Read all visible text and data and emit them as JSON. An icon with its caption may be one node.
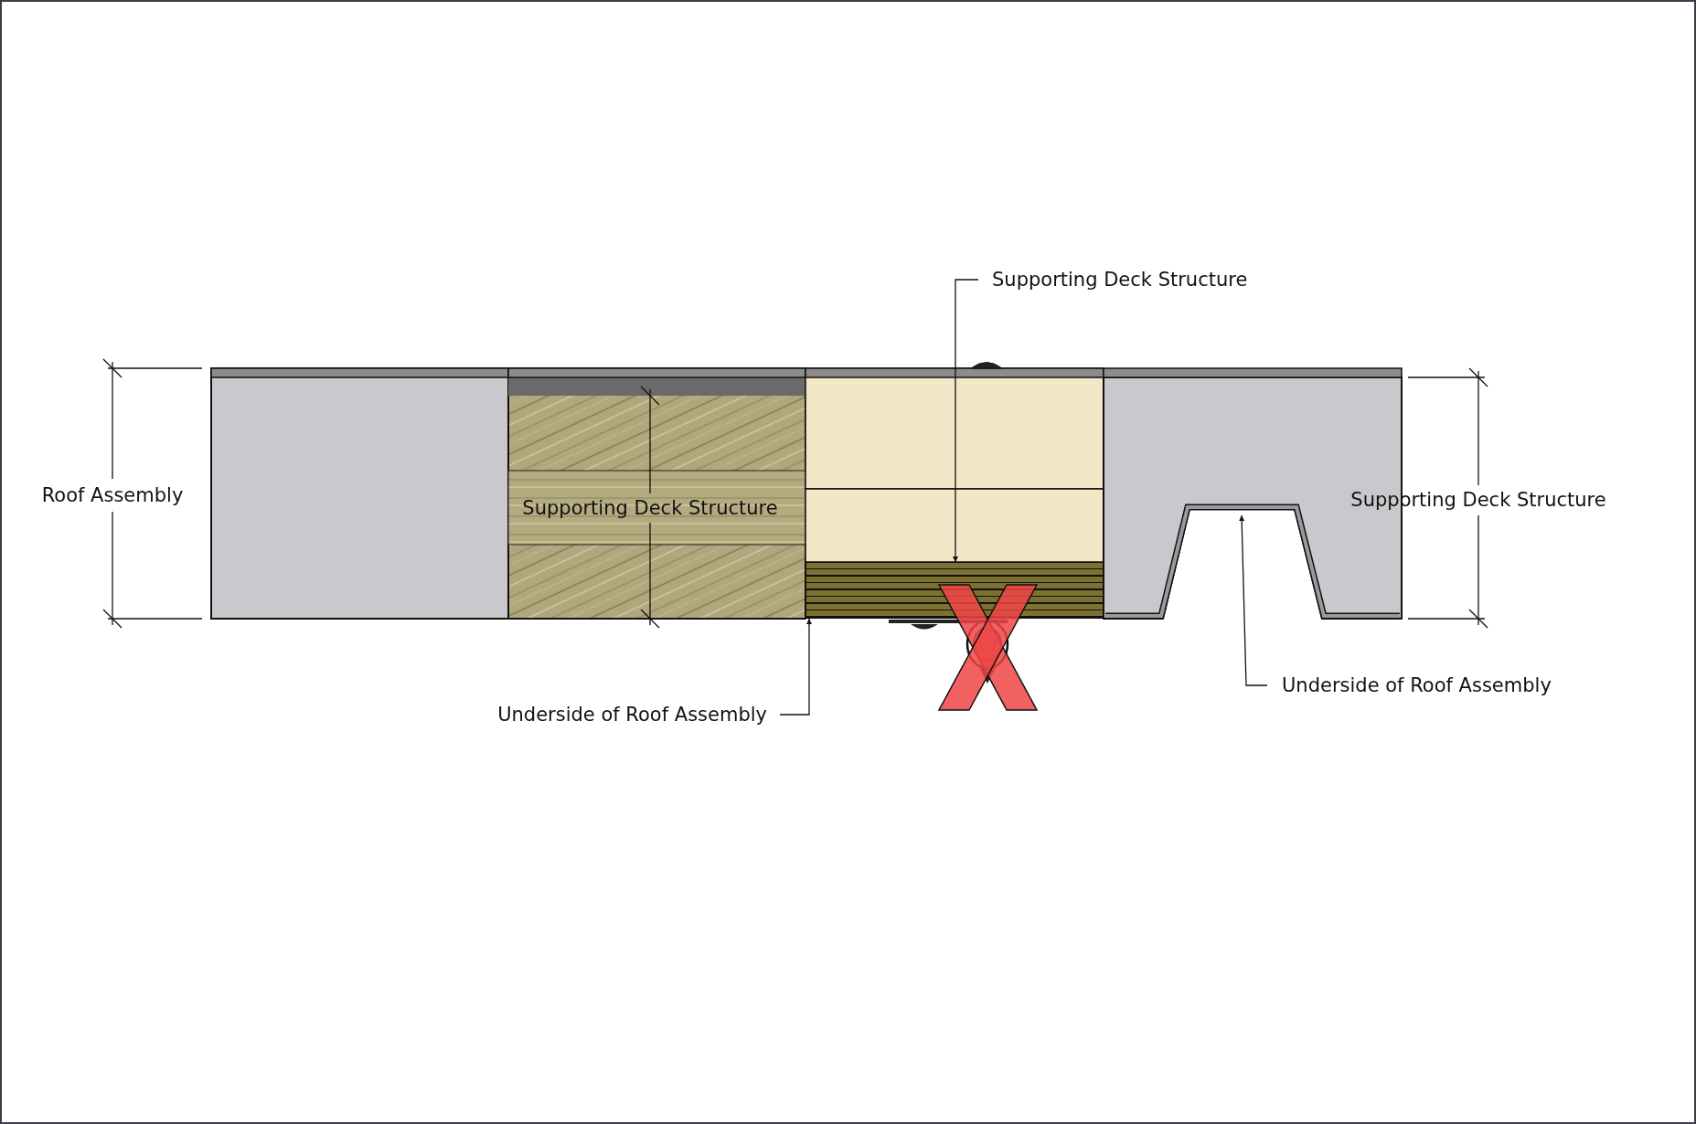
{
  "diagram": {
    "nodes": [
      {
        "text": [
          "Supporting Deck Structure"
        ]
      },
      {
        "text": [],
        "shape": "bar"
      },
      {
        "text": [
          "Underside of Roof Assembly"
        ]
      },
      {
        "text": [
          "Underside of Roof Assembly"
        ]
      },
      {
        "text": [],
        "shape": "picture"
      }
    ],
    "edges": [
      {
        "from": 0,
        "to": 1,
        "arrow": "to"
      },
      {
        "from": 2,
        "to": 1,
        "arrow": "to"
      },
      {
        "from": 3,
        "to": 4,
        "arrow": "to"
      }
    ],
    "labels": [
      "Roof Assembly",
      "Supporting Deck Structure",
      "Supporting Deck Structure"
    ]
  }
}
